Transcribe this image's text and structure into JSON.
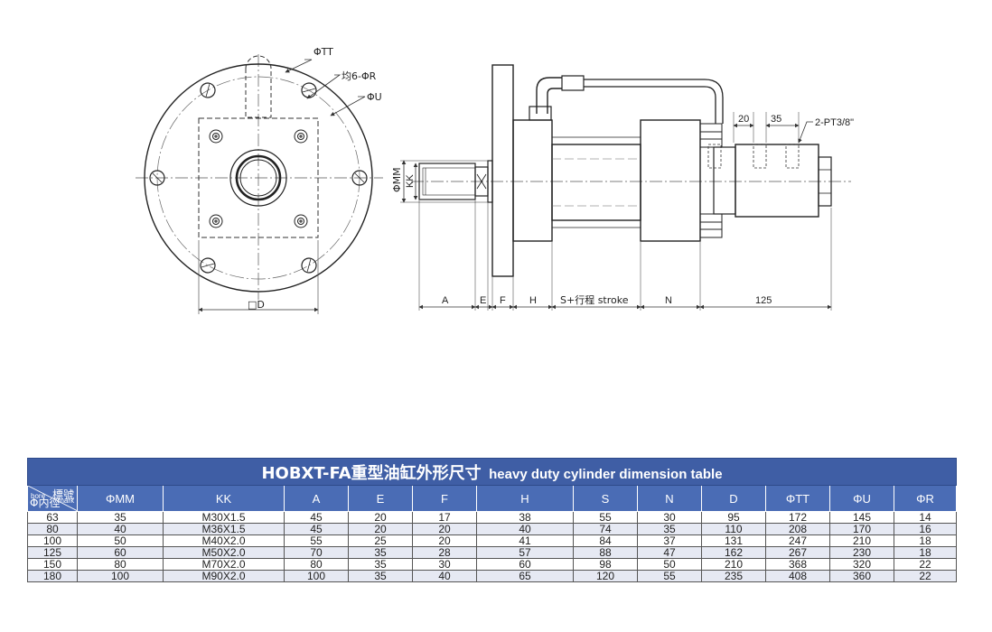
{
  "front_view": {
    "labels": {
      "tt": "ΦTT",
      "r": "均6-ΦR",
      "u": "ΦU",
      "d": "□D"
    }
  },
  "side_view": {
    "labels": {
      "mm": "ΦMM",
      "kk": "KK",
      "a": "A",
      "e": "E",
      "f": "F",
      "h": "H",
      "stroke": "S+行程 stroke",
      "n": "N",
      "len125": "125",
      "dim20": "20",
      "dim35": "35",
      "port": "2-PT3/8\""
    }
  },
  "table": {
    "title_bold": "HOBXT-FA重型油缸外形尺寸",
    "title_light": "heavy duty cylinder dimension table",
    "corner": {
      "mark_cn": "標號",
      "mark_en": "mark",
      "bore_en": "bore",
      "bore_cn": "Φ内徑"
    },
    "columns": [
      "ΦMM",
      "KK",
      "A",
      "E",
      "F",
      "H",
      "S",
      "N",
      "D",
      "ΦTT",
      "ΦU",
      "ΦR"
    ],
    "rows": [
      [
        "63",
        "35",
        "M30X1.5",
        "45",
        "20",
        "17",
        "38",
        "55",
        "30",
        "95",
        "172",
        "145",
        "14"
      ],
      [
        "80",
        "40",
        "M36X1.5",
        "45",
        "20",
        "20",
        "40",
        "74",
        "35",
        "110",
        "208",
        "170",
        "16"
      ],
      [
        "100",
        "50",
        "M40X2.0",
        "55",
        "25",
        "20",
        "41",
        "84",
        "37",
        "131",
        "247",
        "210",
        "18"
      ],
      [
        "125",
        "60",
        "M50X2.0",
        "70",
        "35",
        "28",
        "57",
        "88",
        "47",
        "162",
        "267",
        "230",
        "18"
      ],
      [
        "150",
        "80",
        "M70X2.0",
        "80",
        "35",
        "30",
        "60",
        "98",
        "50",
        "210",
        "368",
        "320",
        "22"
      ],
      [
        "180",
        "100",
        "M90X2.0",
        "100",
        "35",
        "40",
        "65",
        "120",
        "55",
        "235",
        "408",
        "360",
        "22"
      ]
    ]
  },
  "colors": {
    "header_blue": "#4a6cb5",
    "title_blue": "#3f5ea5",
    "row_stripe": "#e6e9f3"
  }
}
